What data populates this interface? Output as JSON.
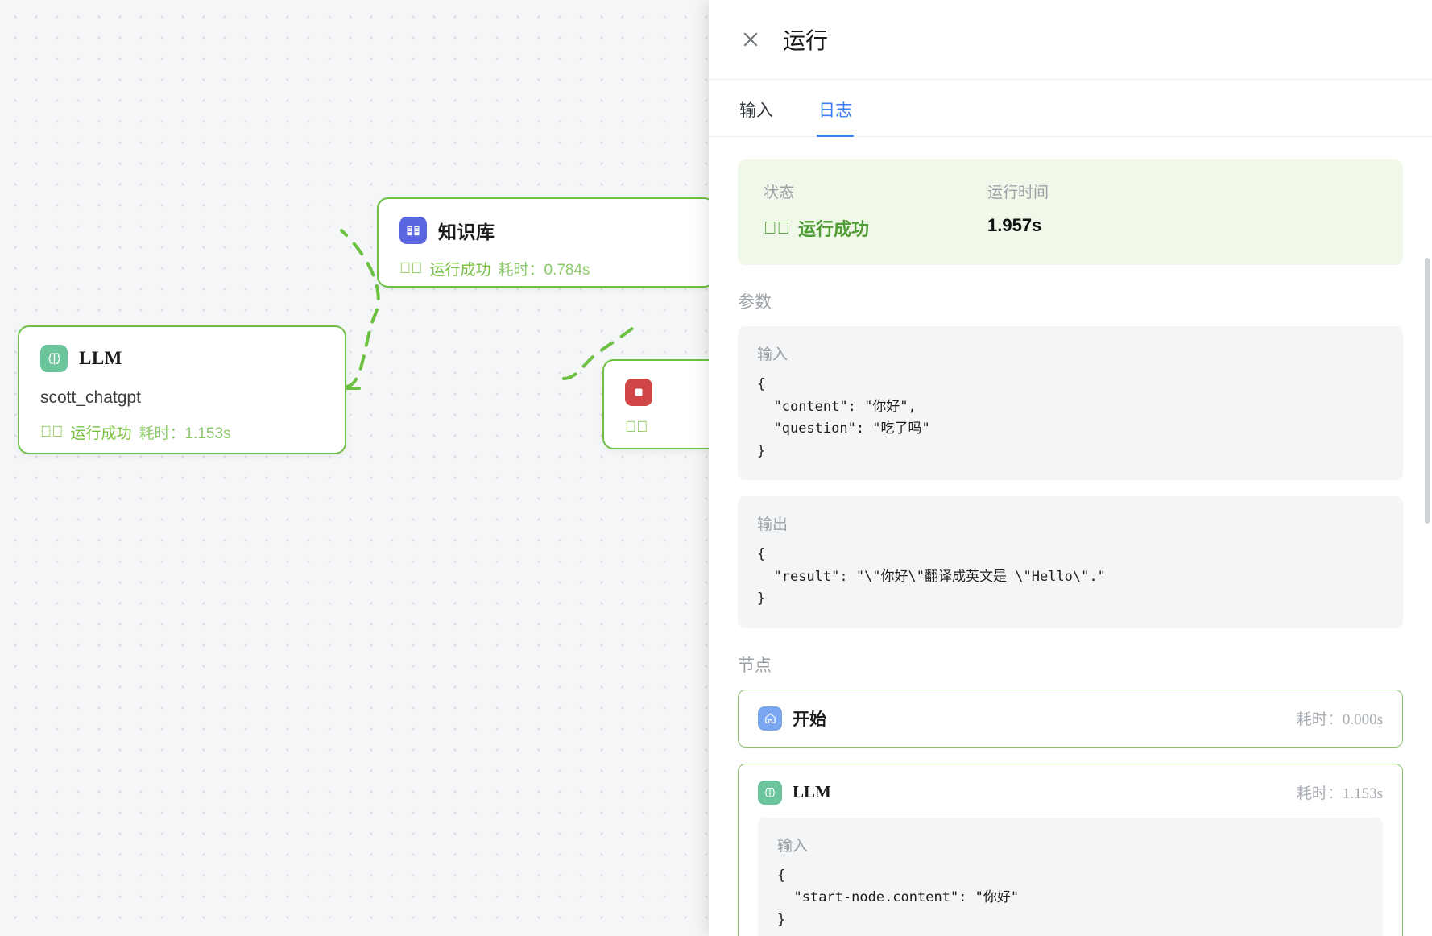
{
  "canvas": {
    "nodes": [
      {
        "id": "llm",
        "title": "LLM",
        "icon": "brain-icon",
        "icon_color": "#6cc49a",
        "subtitle": "scott_chatgpt",
        "status": "运行成功",
        "duration": "耗时：1.153s"
      },
      {
        "id": "knowledge-base",
        "title": "知识库",
        "icon": "book-icon",
        "icon_color": "#5a66e0",
        "status": "运行成功",
        "duration": "耗时：0.784s"
      },
      {
        "id": "end",
        "title": "",
        "icon": "end-icon",
        "icon_color": "#d04545",
        "status": "",
        "duration": ""
      }
    ],
    "edge_color": "#6dc142",
    "node_border_color": "#6dc142"
  },
  "drawer": {
    "title": "运行",
    "close_icon": "close-icon",
    "tabs": [
      {
        "label": "输入",
        "active": false
      },
      {
        "label": "日志",
        "active": true
      }
    ],
    "summary": {
      "status_label": "状态",
      "status_value": "运行成功",
      "status_icon": "check-circle-icon",
      "time_label": "运行时间",
      "time_value": "1.957s",
      "bg_color": "#f0f8ea",
      "accent_color": "#4f9c35"
    },
    "params": {
      "section_label": "参数",
      "input_label": "输入",
      "input_code": "{\n  \"content\": \"你好\",\n  \"question\": \"吃了吗\"\n}",
      "output_label": "输出",
      "output_code": "{\n  \"result\": \"\\\"你好\\\"翻译成英文是 \\\"Hello\\\".\"\n}"
    },
    "nodes": {
      "section_label": "节点",
      "items": [
        {
          "name": "开始",
          "icon": "home-icon",
          "icon_color": "#7aa7f0",
          "duration": "耗时：0.000s",
          "input_label": null,
          "input_code": null
        },
        {
          "name": "LLM",
          "icon": "brain-icon",
          "icon_color": "#6cc49a",
          "duration": "耗时：1.153s",
          "input_label": "输入",
          "input_code": "{\n  \"start-node.content\": \"你好\"\n}"
        }
      ]
    }
  }
}
